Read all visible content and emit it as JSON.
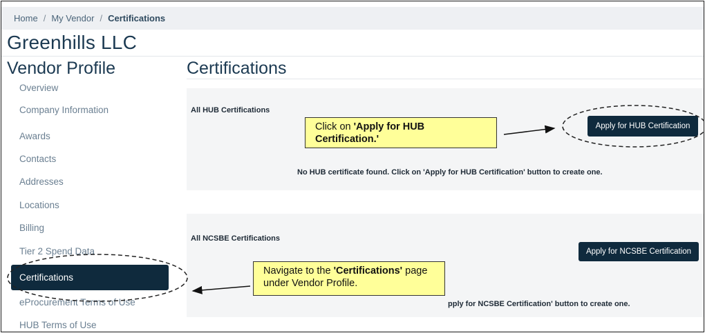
{
  "breadcrumb": {
    "home": "Home",
    "separator": "/",
    "vendor": "My Vendor",
    "current": "Certifications"
  },
  "company_name": "Greenhills LLC",
  "sidebar": {
    "title": "Vendor Profile",
    "items": [
      {
        "label": "Overview"
      },
      {
        "label": "Company Information"
      },
      {
        "label": "Awards"
      },
      {
        "label": "Contacts"
      },
      {
        "label": "Addresses"
      },
      {
        "label": "Locations"
      },
      {
        "label": "Billing"
      },
      {
        "label": "Tier 2 Spend Data"
      },
      {
        "label": "Certifications",
        "active": true
      },
      {
        "label": "eProcurement Terms of Use"
      },
      {
        "label": "HUB Terms of Use"
      }
    ]
  },
  "main": {
    "title": "Certifications",
    "hub": {
      "label": "All HUB Certifications",
      "button": "Apply for HUB Certification",
      "empty_message": "No HUB certificate found. Click on 'Apply for HUB Certification' button to create one."
    },
    "ncsbe": {
      "label": "All NCSBE Certifications",
      "button": "Apply for NCSBE Certification",
      "empty_message_visible": "pply for NCSBE Certification' button to create one."
    }
  },
  "callouts": {
    "hub": {
      "prefix": "Click on ",
      "bold": "'Apply for HUB Certification.'"
    },
    "nav": {
      "prefix": "Navigate to the ",
      "bold": "'Certifications'",
      "suffix": " page under Vendor Profile."
    }
  },
  "colors": {
    "primary_dark": "#0f2a3d",
    "callout_yellow": "#ffff99",
    "breadcrumb_bg": "#eef0f3",
    "panel_bg": "#f4f5f6"
  }
}
